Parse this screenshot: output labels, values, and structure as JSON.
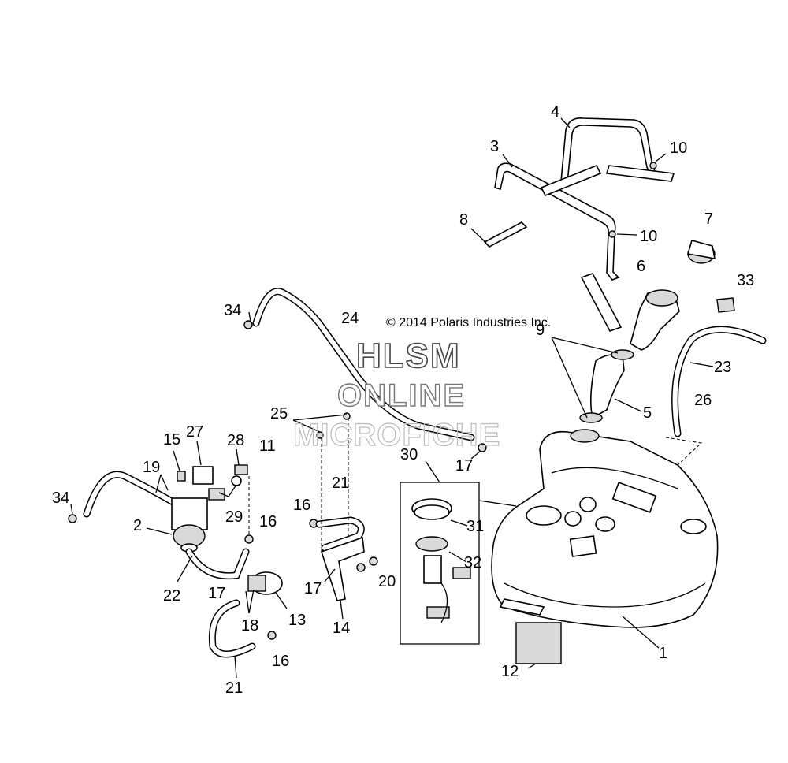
{
  "copyright": "© 2014 Polaris Industries Inc.",
  "watermark": {
    "line1": "HLSM",
    "line2": "ONLINE",
    "line3": "MICROFICHE"
  },
  "callouts": {
    "c1": "1",
    "c2": "2",
    "c3": "3",
    "c4": "4",
    "c5": "5",
    "c6": "6",
    "c7": "7",
    "c8": "8",
    "c9": "9",
    "c10a": "10",
    "c10b": "10",
    "c11": "11",
    "c12": "12",
    "c13": "13",
    "c14": "14",
    "c15": "15",
    "c16a": "16",
    "c16b": "16",
    "c16c": "16",
    "c17a": "17",
    "c17b": "17",
    "c17c": "17",
    "c18": "18",
    "c19": "19",
    "c20": "20",
    "c21a": "21",
    "c21b": "21",
    "c22": "22",
    "c23": "23",
    "c24": "24",
    "c25": "25",
    "c26": "26",
    "c27": "27",
    "c28": "28",
    "c29": "29",
    "c30": "30",
    "c31": "31",
    "c32": "32",
    "c33": "33",
    "c34a": "34",
    "c34b": "34"
  }
}
